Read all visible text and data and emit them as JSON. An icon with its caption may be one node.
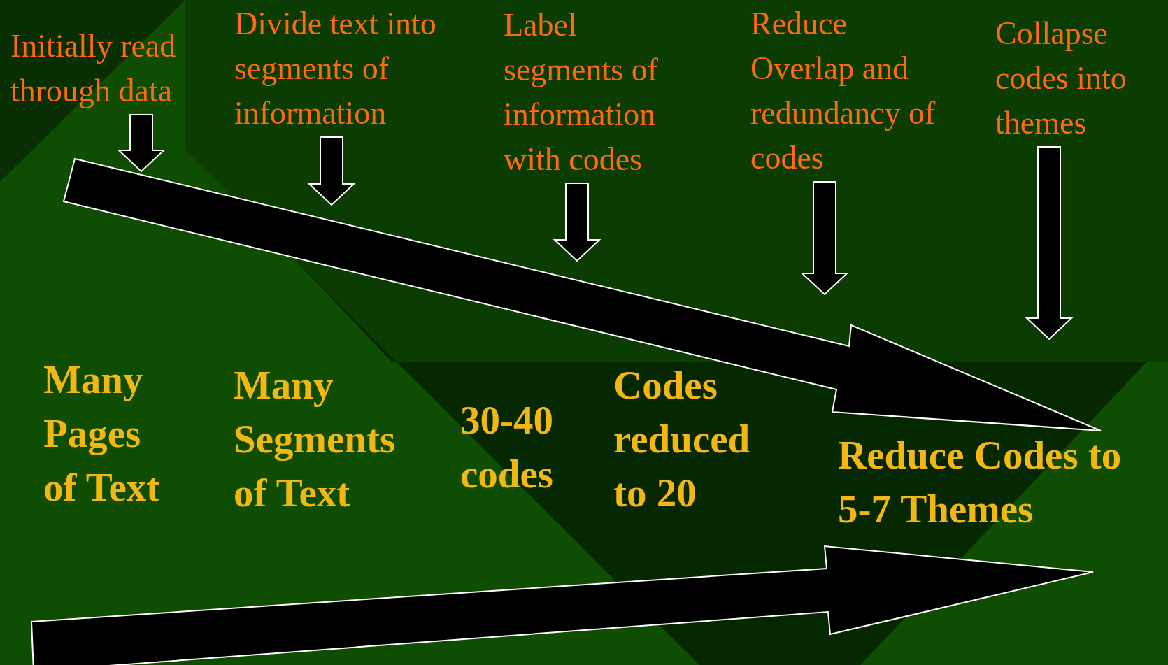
{
  "diagram": {
    "nodes": [
      {
        "text": [
          "Initially read through data"
        ]
      },
      {
        "text": [
          "Divide text into segments of information"
        ]
      },
      {
        "text": [
          "Label segments of information with codes"
        ]
      },
      {
        "text": [
          "Reduce Overlap and redundancy of codes"
        ]
      },
      {
        "text": [
          "Collapse codes into themes"
        ]
      }
    ],
    "edges": [
      {
        "from": 0,
        "to": null,
        "arrow": "to"
      },
      {
        "from": 1,
        "to": null,
        "arrow": "to"
      },
      {
        "from": 2,
        "to": null,
        "arrow": "to"
      },
      {
        "from": 3,
        "to": null,
        "arrow": "to"
      },
      {
        "from": 4,
        "to": null,
        "arrow": "to"
      }
    ],
    "labels": [
      "Many Pages of Text",
      "Many Segments of Text",
      "30-40 codes",
      "Codes reduced to 20",
      "Reduce Codes to 5-7 Themes"
    ]
  }
}
